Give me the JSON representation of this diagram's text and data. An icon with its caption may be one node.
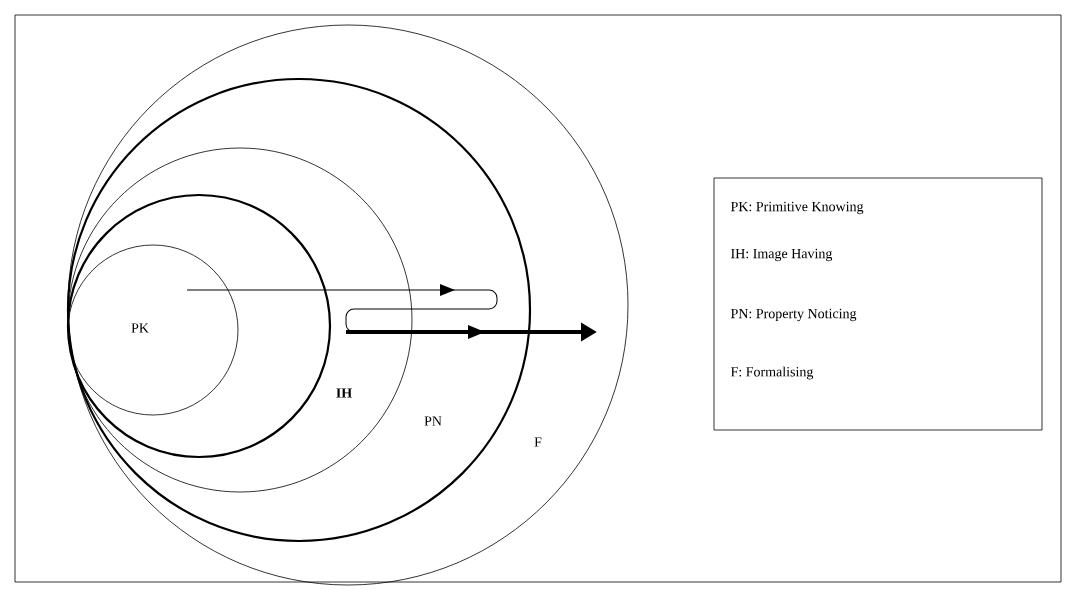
{
  "diagram": {
    "nodes": [
      {
        "text": [
          "F"
        ]
      },
      {
        "text": [
          "PN"
        ],
        "in": 0
      },
      {
        "text": [
          "IH"
        ],
        "in": 1
      },
      {
        "text": [],
        "shape": "circle",
        "in": 2
      },
      {
        "text": [
          "PK"
        ],
        "in": 3
      },
      {
        "text": [
          "PK: Primitive Knowing",
          "IH: Image Having",
          "PN: Property Noticing",
          "F: Formalising"
        ]
      }
    ],
    "edges": []
  }
}
